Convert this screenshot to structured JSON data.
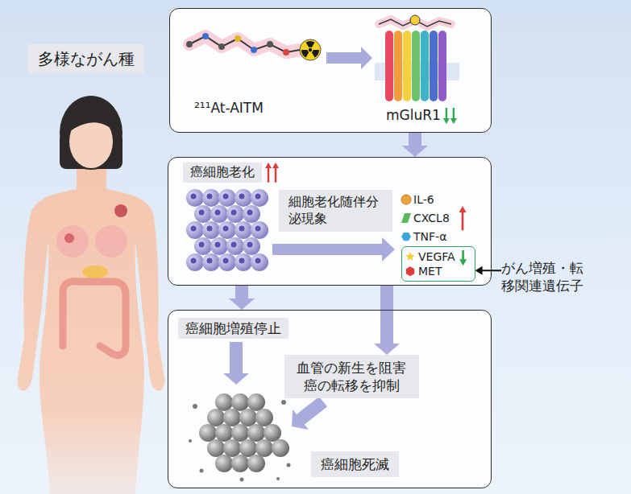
{
  "diagram": {
    "nodes": [
      {
        "text": [
          "多様ながん種"
        ]
      },
      {
        "text": [
          "²¹¹At-AITM",
          "mGluR1"
        ]
      },
      {
        "text": [
          "癌細胞老化"
        ]
      },
      {
        "text": [
          "細胞老化随伴分 泌現象"
        ],
        "in": 2
      },
      {
        "text": [
          "VEGFA",
          "MET"
        ],
        "in": 2
      },
      {
        "text": [
          "癌細胞増殖停止"
        ]
      },
      {
        "text": [
          "血管の新生を阻害 癌の転移を抑制"
        ],
        "in": 5
      },
      {
        "text": [
          "癌細胞死滅"
        ],
        "in": 5
      },
      {
        "text": [
          "がん増殖・転 移関連遺伝子"
        ]
      }
    ],
    "edges": [
      {
        "from": 1,
        "to": 2,
        "arrow": "to"
      },
      {
        "from": 2,
        "to": 5,
        "arrow": "to"
      },
      {
        "from": 2,
        "to": 6,
        "arrow": "to"
      },
      {
        "from": 8,
        "to": 4,
        "arrow": "to"
      }
    ],
    "labels": [
      "IL-6",
      "CXCL8",
      "TNF-α"
    ]
  }
}
